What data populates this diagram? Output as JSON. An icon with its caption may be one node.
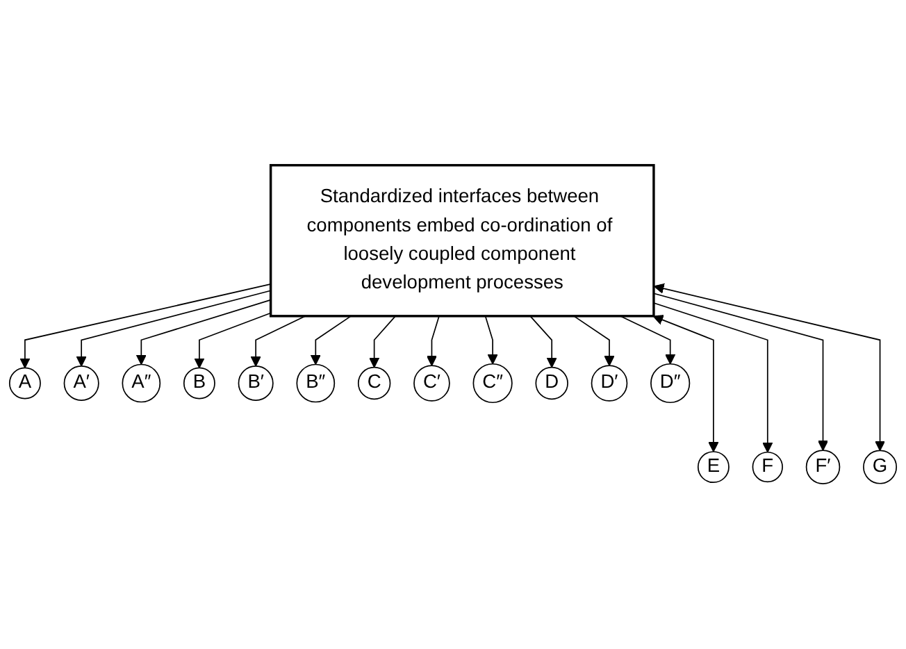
{
  "diagram": {
    "nodes": [
      {
        "text": [
          "Standardized interfaces between components embed co-ordination of loosely coupled component development processes"
        ]
      },
      {
        "text": [
          "A"
        ]
      },
      {
        "text": [
          "A′"
        ]
      },
      {
        "text": [
          "A″"
        ]
      },
      {
        "text": [
          "B"
        ]
      },
      {
        "text": [
          "B′"
        ]
      },
      {
        "text": [
          "B″"
        ]
      },
      {
        "text": [
          "C"
        ]
      },
      {
        "text": [
          "C′"
        ]
      },
      {
        "text": [
          "C″"
        ]
      },
      {
        "text": [
          "D"
        ]
      },
      {
        "text": [
          "D′"
        ]
      },
      {
        "text": [
          "D″"
        ]
      },
      {
        "text": [
          "E"
        ]
      },
      {
        "text": [
          "F"
        ]
      },
      {
        "text": [
          "F′"
        ]
      },
      {
        "text": [
          "G"
        ]
      }
    ],
    "edges": [
      {
        "from": 0,
        "to": 1,
        "arrow": "to"
      },
      {
        "from": 0,
        "to": 2,
        "arrow": "to"
      },
      {
        "from": 0,
        "to": 3,
        "arrow": "to"
      },
      {
        "from": 0,
        "to": 4,
        "arrow": "to"
      },
      {
        "from": 0,
        "to": 5,
        "arrow": "to"
      },
      {
        "from": 0,
        "to": 6,
        "arrow": "to"
      },
      {
        "from": 0,
        "to": 7,
        "arrow": "to"
      },
      {
        "from": 0,
        "to": 8,
        "arrow": "to"
      },
      {
        "from": 0,
        "to": 9,
        "arrow": "to"
      },
      {
        "from": 0,
        "to": 10,
        "arrow": "to"
      },
      {
        "from": 0,
        "to": 11,
        "arrow": "to"
      },
      {
        "from": 0,
        "to": 12,
        "arrow": "to"
      },
      {
        "from": 0,
        "to": 13,
        "arrow": "both"
      },
      {
        "from": 0,
        "to": 14,
        "arrow": "to"
      },
      {
        "from": 0,
        "to": 15,
        "arrow": "to"
      },
      {
        "from": 0,
        "to": 16,
        "arrow": "both"
      }
    ]
  }
}
